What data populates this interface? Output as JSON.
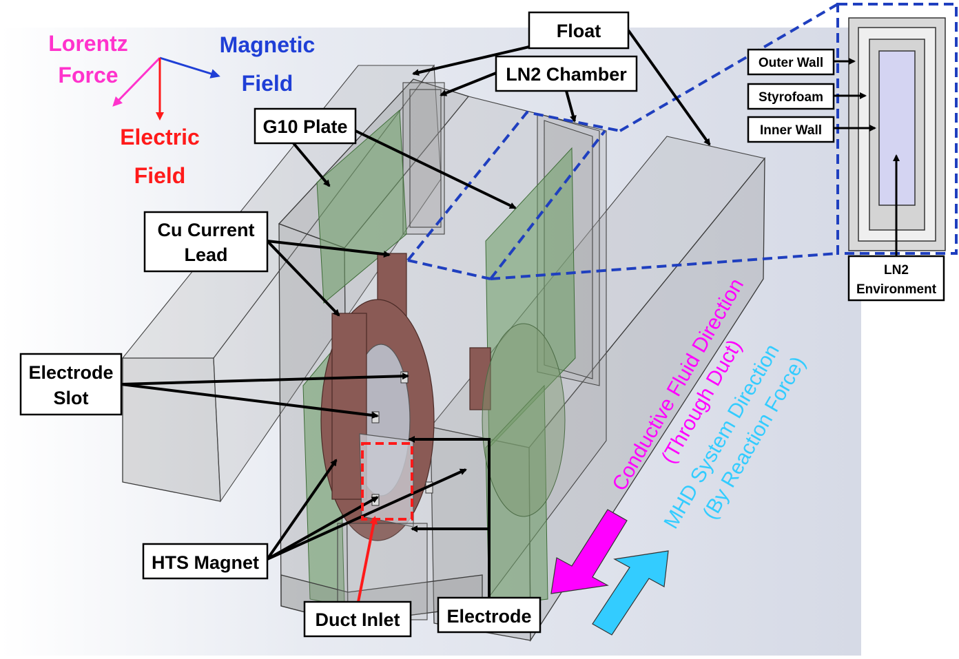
{
  "axes_legend": {
    "lorentz": [
      "Lorentz",
      "Force"
    ],
    "magnetic": [
      "Magnetic",
      "Field"
    ],
    "electric": [
      "Electric",
      "Field"
    ]
  },
  "labels": {
    "float": "Float",
    "ln2_chamber": "LN2 Chamber",
    "g10_plate": "G10 Plate",
    "cu_lead": [
      "Cu Current",
      "Lead"
    ],
    "electrode_slot": [
      "Electrode",
      "Slot"
    ],
    "hts_magnet": "HTS Magnet",
    "duct_inlet": "Duct Inlet",
    "electrode": "Electrode"
  },
  "inset": {
    "outer_wall": "Outer Wall",
    "styrofoam": "Styrofoam",
    "inner_wall": "Inner Wall",
    "ln2_env": [
      "LN2",
      "Environment"
    ]
  },
  "directions": {
    "fluid": [
      "Conductive Fluid Direction",
      "(Through Duct)"
    ],
    "mhd": [
      "MHD System Direction",
      "(By Reaction Force)"
    ]
  },
  "colors": {
    "lorentz": "#ff33cc",
    "magnetic": "#1f3fd6",
    "electric": "#ff1a1a",
    "fluid_arrow": "#ff00ff",
    "mhd_arrow": "#33ccff",
    "callout_dash": "#1f3fbf"
  }
}
